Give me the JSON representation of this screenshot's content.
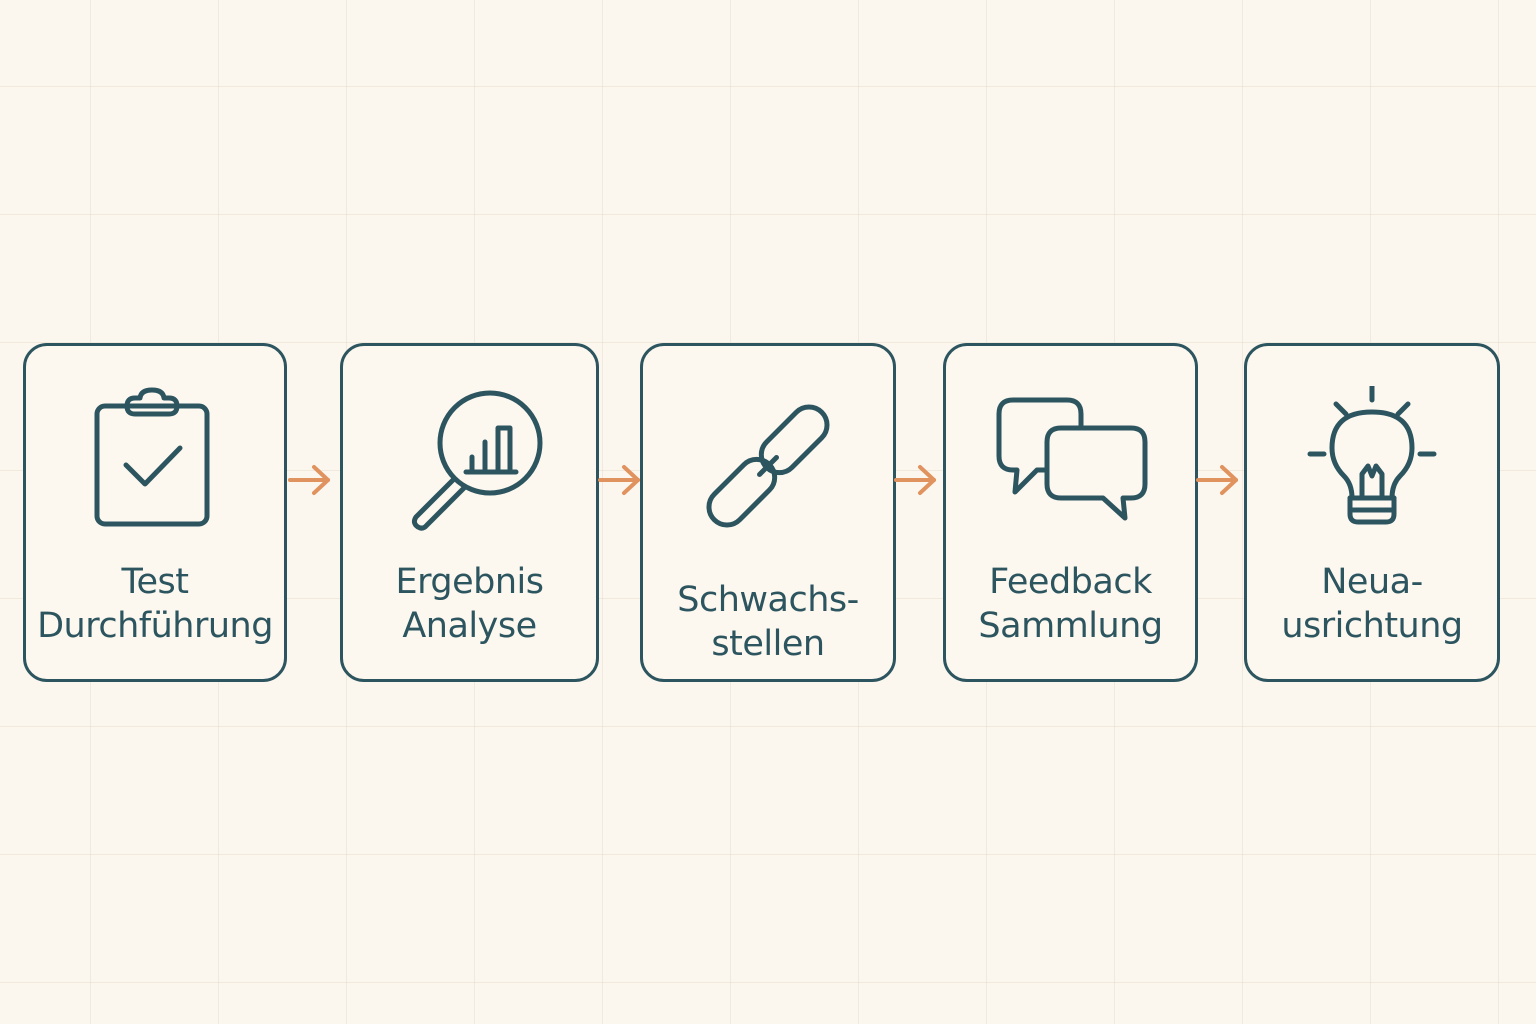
{
  "colors": {
    "background": "#fbf7ee",
    "box_stroke": "#2d5560",
    "text": "#2d5560",
    "arrow": "#e0935f"
  },
  "steps": [
    {
      "icon": "clipboard-check-icon",
      "line1": "Test",
      "line2": "Durchführung"
    },
    {
      "icon": "magnifier-chart-icon",
      "line1": "Ergebnis",
      "line2": "Analyse"
    },
    {
      "icon": "broken-link-icon",
      "line1": "Schwachs-",
      "line2": "stellen"
    },
    {
      "icon": "speech-bubbles-icon",
      "line1": "Feedback",
      "line2": "Sammlung"
    },
    {
      "icon": "lightbulb-icon",
      "line1": "Neua-",
      "line2": "usrichtung"
    }
  ]
}
